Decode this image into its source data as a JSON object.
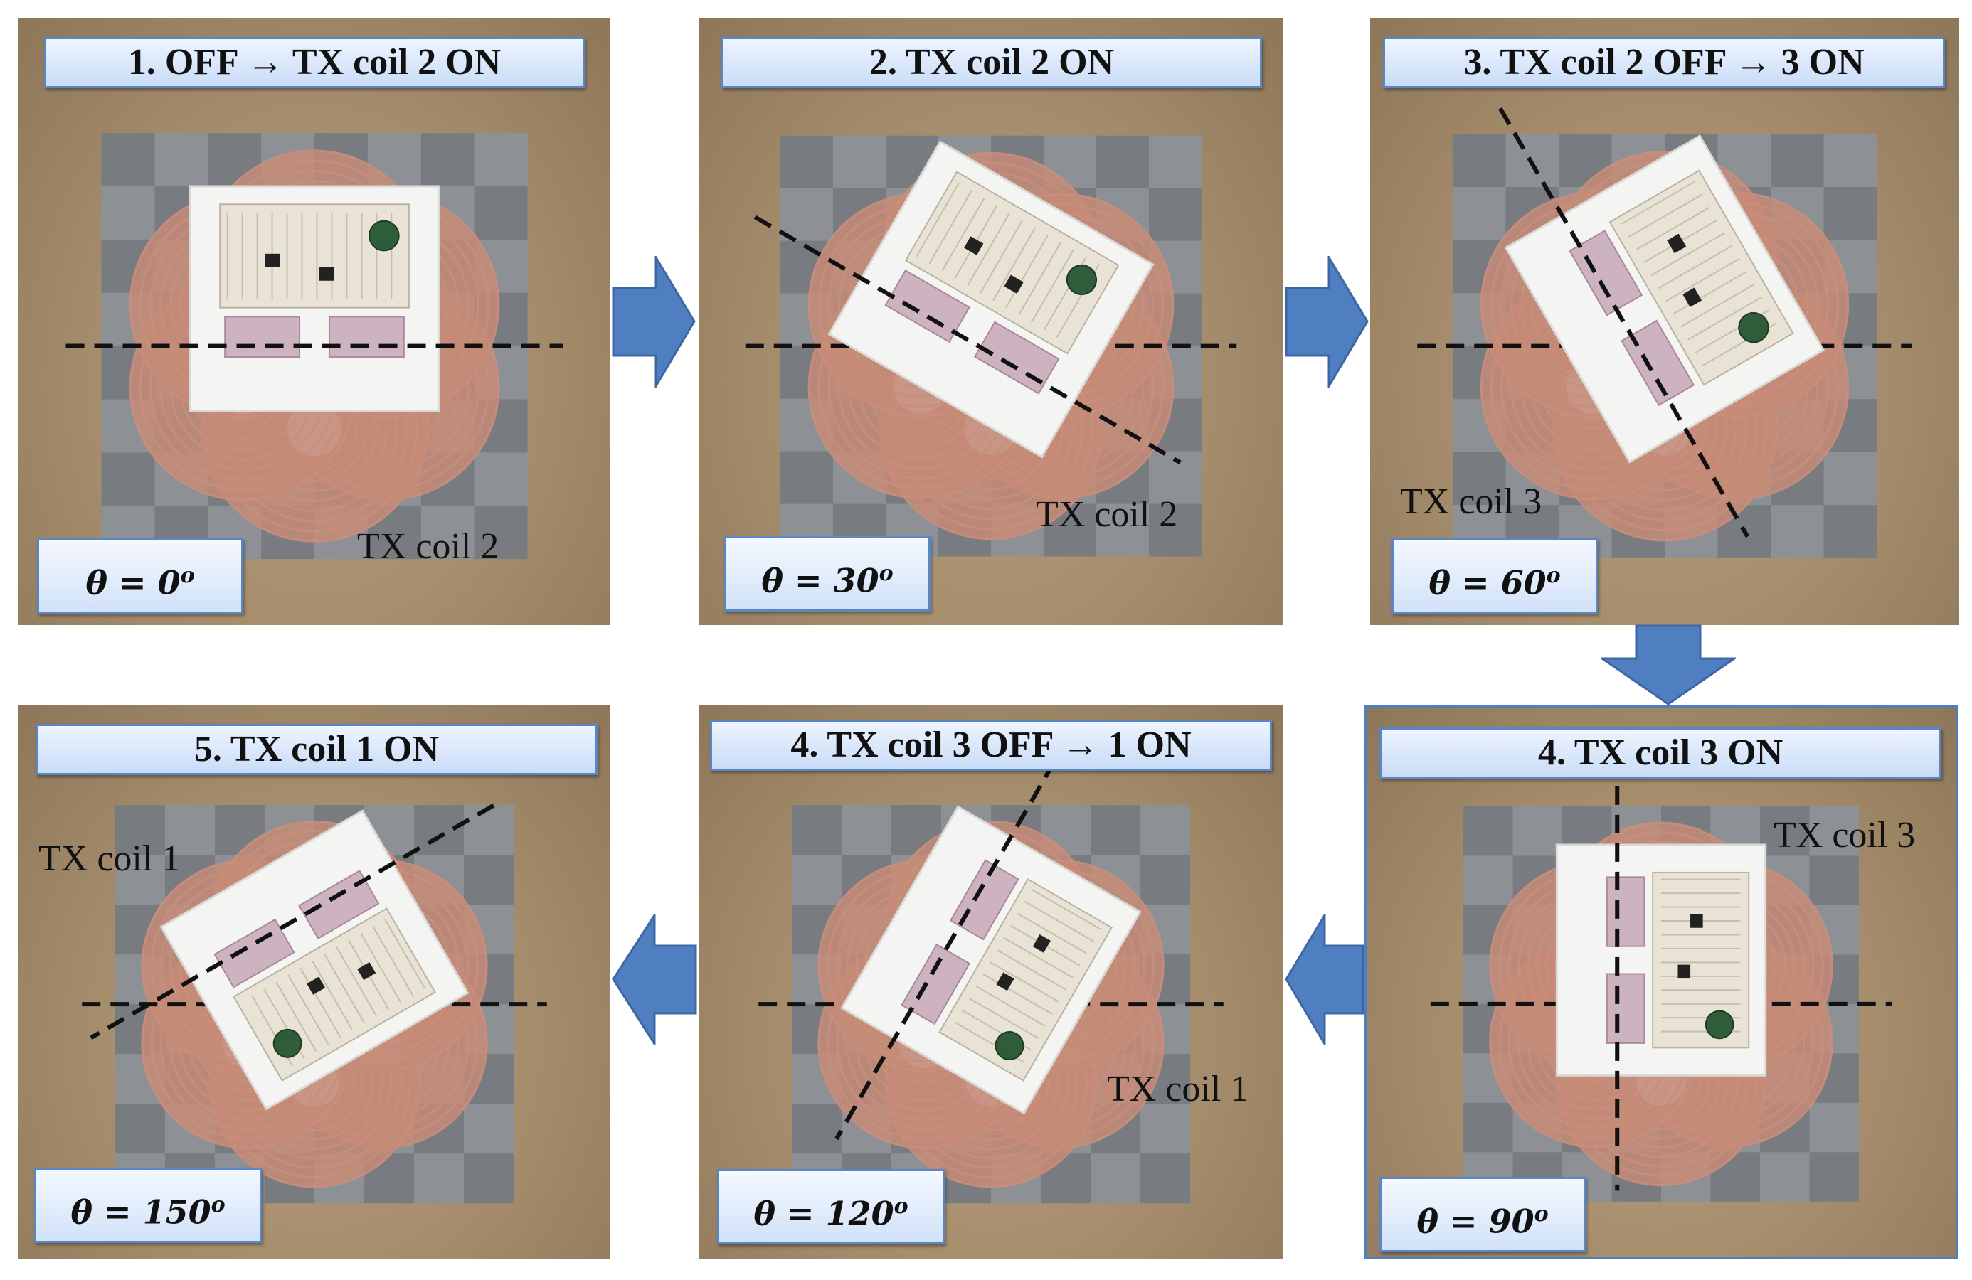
{
  "colors": {
    "arrow_blue": "#4f7fc1",
    "label_border": "#5b86c4",
    "coil_copper": "#c98e7c",
    "wood": "#a8906f"
  },
  "panels": [
    {
      "title": "1. OFF → TX coil 2 ON",
      "angle_label": "θ = 0",
      "angle_sup": "o",
      "coil_label": "TX coil 2",
      "rotation_deg": 0
    },
    {
      "title": "2. TX coil 2 ON",
      "angle_label": "θ = 30",
      "angle_sup": "o",
      "coil_label": "TX coil 2",
      "rotation_deg": 30
    },
    {
      "title": "3. TX coil 2 OFF → 3 ON",
      "angle_label": "θ = 60",
      "angle_sup": "o",
      "coil_label": "TX coil 3",
      "rotation_deg": 60
    },
    {
      "title": "4. TX coil 3 ON",
      "angle_label": "θ = 90",
      "angle_sup": "o",
      "coil_label": "TX coil 3",
      "rotation_deg": 90
    },
    {
      "title": "4. TX coil 3 OFF → 1 ON",
      "angle_label": "θ = 120",
      "angle_sup": "o",
      "coil_label": "TX coil 1",
      "rotation_deg": 120
    },
    {
      "title": "5. TX coil 1 ON",
      "angle_label": "θ = 150",
      "angle_sup": "o",
      "coil_label": "TX coil 1",
      "rotation_deg": 150
    }
  ]
}
